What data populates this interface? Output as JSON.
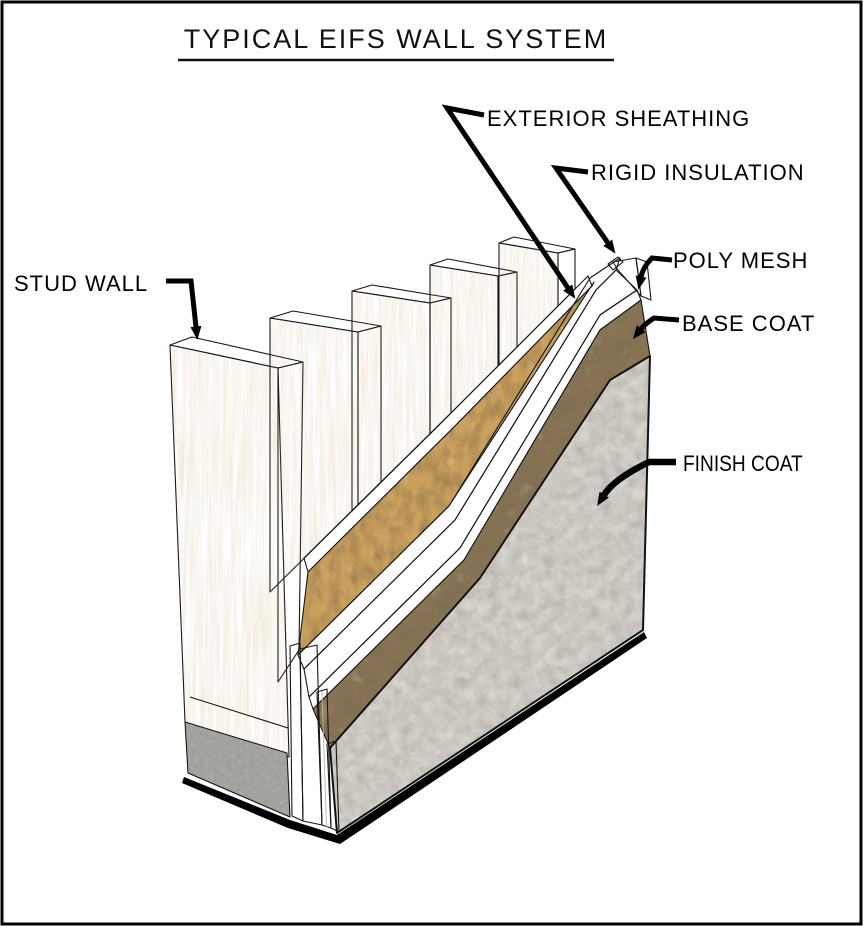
{
  "title": "TYPICAL EIFS WALL SYSTEM",
  "labels": {
    "stud_wall": "STUD WALL",
    "exterior_sheathing": "EXTERIOR SHEATHING",
    "rigid_insulation": "RIGID INSULATION",
    "poly_mesh": "POLY MESH",
    "base_coat": "BASE COAT",
    "finish_coat": "FINISH COAT"
  },
  "colors": {
    "background": "#ffffff",
    "line": "#000000",
    "wood_front": "#f3c77e",
    "wood_side": "#dfa961",
    "wood_top": "#c6935a",
    "plate_strip": "#eccb92",
    "osb_sheathing": "#c9a05e",
    "metal_edge_gray": "#9c9c9c",
    "insulation_mesh": "#e9e5d2",
    "base_coat": "#8a7553",
    "finish_coat_stucco": "#d8d4ce",
    "concrete": "#a8a7a2"
  }
}
